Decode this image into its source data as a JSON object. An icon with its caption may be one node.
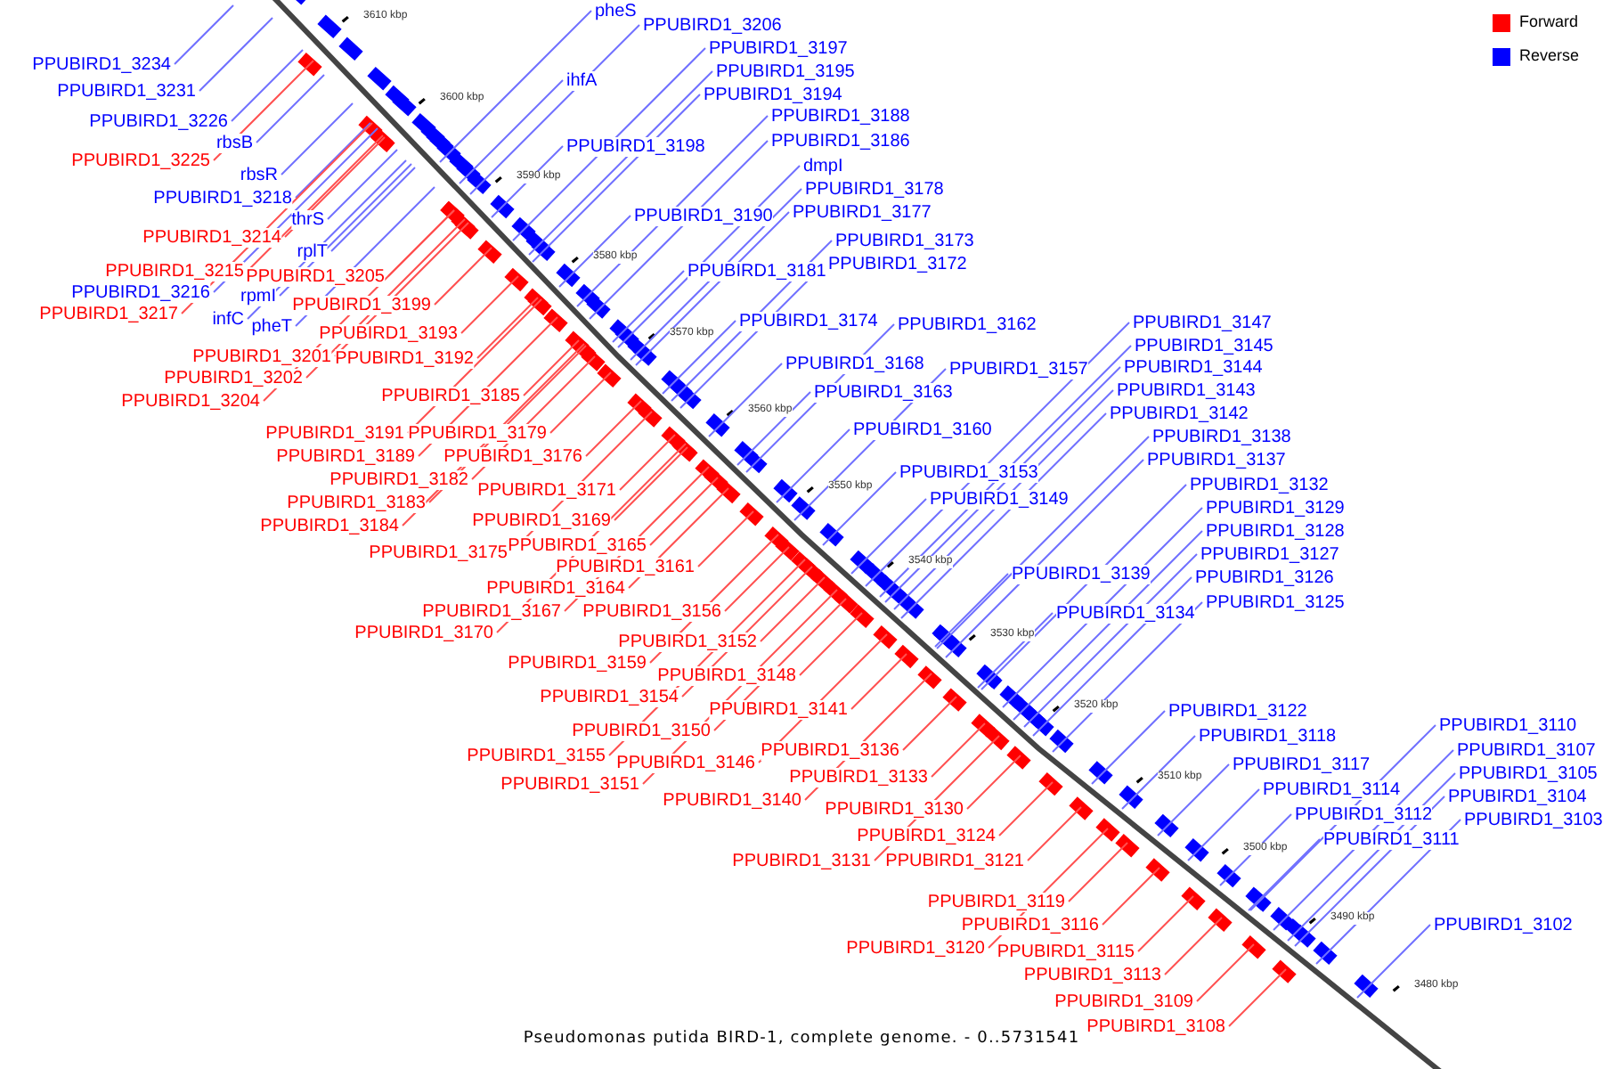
{
  "diagram": {
    "caption": "Pseudomonas putida BIRD-1, complete genome. - 0..5731541",
    "nodes": [
      {
        "text": [
          "pheS"
        ]
      },
      {
        "text": [
          "PPUBIRD1_3206"
        ]
      },
      {
        "text": [
          "PPUBIRD1_3197"
        ]
      },
      {
        "text": [
          "PPUBIRD1_3234"
        ]
      },
      {
        "text": [
          "PPUBIRD1_3195"
        ]
      },
      {
        "text": [
          "ihfA"
        ]
      },
      {
        "text": [
          "PPUBIRD1_3231"
        ]
      },
      {
        "text": [
          "PPUBIRD1_3194"
        ]
      },
      {
        "text": [
          "PPUBIRD1_3188"
        ]
      },
      {
        "text": [
          "PPUBIRD1_3226"
        ]
      },
      {
        "text": [
          "PPUBIRD1_3186"
        ]
      },
      {
        "text": [
          "rbsB"
        ]
      },
      {
        "text": [
          "PPUBIRD1_3198"
        ]
      },
      {
        "text": [
          "PPUBIRD1_3225"
        ]
      },
      {
        "text": [
          "dmpI"
        ]
      },
      {
        "text": [
          "rbsR"
        ]
      },
      {
        "text": [
          "PPUBIRD1_3178"
        ]
      },
      {
        "text": [
          "PPUBIRD1_3218"
        ]
      },
      {
        "text": [
          "PPUBIRD1_3177"
        ]
      },
      {
        "text": [
          "PPUBIRD1_3190"
        ]
      },
      {
        "text": [
          "thrS"
        ]
      },
      {
        "text": [
          "PPUBIRD1_3214"
        ]
      },
      {
        "text": [
          "PPUBIRD1_3173"
        ]
      },
      {
        "text": [
          "rplT"
        ]
      },
      {
        "text": [
          "PPUBIRD1_3172"
        ]
      },
      {
        "text": [
          "PPUBIRD1_3215"
        ]
      },
      {
        "text": [
          "PPUBIRD1_3181"
        ]
      },
      {
        "text": [
          "PPUBIRD1_3205"
        ]
      },
      {
        "text": [
          "PPUBIRD1_3216"
        ]
      },
      {
        "text": [
          "rpmI"
        ]
      },
      {
        "text": [
          "PPUBIRD1_3199"
        ]
      },
      {
        "text": [
          "PPUBIRD1_3217"
        ]
      },
      {
        "text": [
          "infC"
        ]
      },
      {
        "text": [
          "PPUBIRD1_3174"
        ]
      },
      {
        "text": [
          "PPUBIRD1_3147"
        ]
      },
      {
        "text": [
          "pheT"
        ]
      },
      {
        "text": [
          "PPUBIRD1_3162"
        ]
      },
      {
        "text": [
          "PPUBIRD1_3193"
        ]
      },
      {
        "text": [
          "PPUBIRD1_3145"
        ]
      },
      {
        "text": [
          "PPUBIRD1_3201"
        ]
      },
      {
        "text": [
          "PPUBIRD1_3192"
        ]
      },
      {
        "text": [
          "PPUBIRD1_3168"
        ]
      },
      {
        "text": [
          "PPUBIRD1_3144"
        ]
      },
      {
        "text": [
          "PPUBIRD1_3157"
        ]
      },
      {
        "text": [
          "PPUBIRD1_3202"
        ]
      },
      {
        "text": [
          "PPUBIRD1_3143"
        ]
      },
      {
        "text": [
          "PPUBIRD1_3163"
        ]
      },
      {
        "text": [
          "PPUBIRD1_3185"
        ]
      },
      {
        "text": [
          "PPUBIRD1_3204"
        ]
      },
      {
        "text": [
          "PPUBIRD1_3142"
        ]
      },
      {
        "text": [
          "PPUBIRD1_3160"
        ]
      },
      {
        "text": [
          "PPUBIRD1_3191"
        ]
      },
      {
        "text": [
          "PPUBIRD1_3179"
        ]
      },
      {
        "text": [
          "PPUBIRD1_3138"
        ]
      },
      {
        "text": [
          "PPUBIRD1_3189"
        ]
      },
      {
        "text": [
          "PPUBIRD1_3176"
        ]
      },
      {
        "text": [
          "PPUBIRD1_3137"
        ]
      },
      {
        "text": [
          "PPUBIRD1_3153"
        ]
      },
      {
        "text": [
          "PPUBIRD1_3182"
        ]
      },
      {
        "text": [
          "PPUBIRD1_3132"
        ]
      },
      {
        "text": [
          "PPUBIRD1_3171"
        ]
      },
      {
        "text": [
          "PPUBIRD1_3149"
        ]
      },
      {
        "text": [
          "PPUBIRD1_3183"
        ]
      },
      {
        "text": [
          "PPUBIRD1_3129"
        ]
      },
      {
        "text": [
          "PPUBIRD1_3169"
        ]
      },
      {
        "text": [
          "PPUBIRD1_3184"
        ]
      },
      {
        "text": [
          "PPUBIRD1_3128"
        ]
      },
      {
        "text": [
          "PPUBIRD1_3165"
        ]
      },
      {
        "text": [
          "PPUBIRD1_3175"
        ]
      },
      {
        "text": [
          "PPUBIRD1_3127"
        ]
      },
      {
        "text": [
          "PPUBIRD1_3161"
        ]
      },
      {
        "text": [
          "PPUBIRD1_3139"
        ]
      },
      {
        "text": [
          "PPUBIRD1_3126"
        ]
      },
      {
        "text": [
          "PPUBIRD1_3164"
        ]
      },
      {
        "text": [
          "PPUBIRD1_3125"
        ]
      },
      {
        "text": [
          "PPUBIRD1_3167"
        ]
      },
      {
        "text": [
          "PPUBIRD1_3156"
        ]
      },
      {
        "text": [
          "PPUBIRD1_3134"
        ]
      },
      {
        "text": [
          "PPUBIRD1_3170"
        ]
      },
      {
        "text": [
          "PPUBIRD1_3152"
        ]
      },
      {
        "text": [
          "PPUBIRD1_3159"
        ]
      },
      {
        "text": [
          "PPUBIRD1_3148"
        ]
      },
      {
        "text": [
          "PPUBIRD1_3154"
        ]
      },
      {
        "text": [
          "PPUBIRD1_3141"
        ]
      },
      {
        "text": [
          "PPUBIRD1_3122"
        ]
      },
      {
        "text": [
          "PPUBIRD1_3110"
        ]
      },
      {
        "text": [
          "PPUBIRD1_3150"
        ]
      },
      {
        "text": [
          "PPUBIRD1_3118"
        ]
      },
      {
        "text": [
          "PPUBIRD1_3136"
        ]
      },
      {
        "text": [
          "PPUBIRD1_3107"
        ]
      },
      {
        "text": [
          "PPUBIRD1_3155"
        ]
      },
      {
        "text": [
          "PPUBIRD1_3146"
        ]
      },
      {
        "text": [
          "PPUBIRD1_3117"
        ]
      },
      {
        "text": [
          "PPUBIRD1_3105"
        ]
      },
      {
        "text": [
          "PPUBIRD1_3133"
        ]
      },
      {
        "text": [
          "PPUBIRD1_3151"
        ]
      },
      {
        "text": [
          "PPUBIRD1_3114"
        ]
      },
      {
        "text": [
          "PPUBIRD1_3104"
        ]
      },
      {
        "text": [
          "PPUBIRD1_3140"
        ]
      },
      {
        "text": [
          "PPUBIRD1_3130"
        ]
      },
      {
        "text": [
          "PPUBIRD1_3112"
        ]
      },
      {
        "text": [
          "PPUBIRD1_3103"
        ]
      },
      {
        "text": [
          "PPUBIRD1_3124"
        ]
      },
      {
        "text": [
          "PPUBIRD1_3111"
        ]
      },
      {
        "text": [
          "PPUBIRD1_3131"
        ]
      },
      {
        "text": [
          "PPUBIRD1_3121"
        ]
      },
      {
        "text": [
          "PPUBIRD1_3119"
        ]
      },
      {
        "text": [
          "PPUBIRD1_3116"
        ]
      },
      {
        "text": [
          "PPUBIRD1_3102"
        ]
      },
      {
        "text": [
          "PPUBIRD1_3120"
        ]
      },
      {
        "text": [
          "PPUBIRD1_3115"
        ]
      },
      {
        "text": [
          "PPUBIRD1_3113"
        ]
      },
      {
        "text": [
          "PPUBIRD1_3109"
        ]
      },
      {
        "text": [
          "PPUBIRD1_3108"
        ]
      }
    ],
    "edges": [
      {
        "from": 0,
        "to": null,
        "arrow": "none",
        "color": "#7070ff"
      },
      {
        "from": 1,
        "to": null,
        "arrow": "none",
        "color": "#7070ff"
      },
      {
        "from": 2,
        "to": null,
        "arrow": "none",
        "color": "#7070ff"
      },
      {
        "from": 3,
        "to": null,
        "arrow": "none",
        "color": "#7070ff"
      },
      {
        "from": 4,
        "to": null,
        "arrow": "none",
        "color": "#7070ff"
      },
      {
        "from": 5,
        "to": null,
        "arrow": "none",
        "color": "#7070ff"
      },
      {
        "from": 6,
        "to": null,
        "arrow": "none",
        "color": "#7070ff"
      },
      {
        "from": 7,
        "to": null,
        "arrow": "none",
        "color": "#7070ff"
      },
      {
        "from": 8,
        "to": null,
        "arrow": "none",
        "color": "#7070ff"
      },
      {
        "from": 9,
        "to": null,
        "arrow": "none",
        "color": "#7070ff"
      },
      {
        "from": 10,
        "to": null,
        "arrow": "none",
        "color": "#7070ff"
      },
      {
        "from": 11,
        "to": null,
        "arrow": "none",
        "color": "#7070ff"
      },
      {
        "from": 12,
        "to": null,
        "arrow": "none",
        "color": "#7070ff"
      },
      {
        "from": 13,
        "to": null,
        "arrow": "none",
        "color": "#ff5050"
      },
      {
        "from": 14,
        "to": null,
        "arrow": "none",
        "color": "#7070ff"
      },
      {
        "from": 15,
        "to": null,
        "arrow": "none",
        "color": "#7070ff"
      },
      {
        "from": 16,
        "to": null,
        "arrow": "none",
        "color": "#7070ff"
      },
      {
        "from": 17,
        "to": null,
        "arrow": "none",
        "color": "#7070ff"
      },
      {
        "from": 18,
        "to": null,
        "arrow": "none",
        "color": "#7070ff"
      },
      {
        "from": 19,
        "to": null,
        "arrow": "none",
        "color": "#7070ff"
      },
      {
        "from": 20,
        "to": null,
        "arrow": "none",
        "color": "#7070ff"
      },
      {
        "from": 21,
        "to": null,
        "arrow": "none",
        "color": "#ff5050"
      },
      {
        "from": 22,
        "to": null,
        "arrow": "none",
        "color": "#7070ff"
      },
      {
        "from": 23,
        "to": null,
        "arrow": "none",
        "color": "#7070ff"
      },
      {
        "from": 24,
        "to": null,
        "arrow": "none",
        "color": "#7070ff"
      },
      {
        "from": 25,
        "to": null,
        "arrow": "none",
        "color": "#ff5050"
      },
      {
        "from": 26,
        "to": null,
        "arrow": "none",
        "color": "#7070ff"
      },
      {
        "from": 27,
        "to": null,
        "arrow": "none",
        "color": "#ff5050"
      },
      {
        "from": 28,
        "to": null,
        "arrow": "none",
        "color": "#7070ff"
      },
      {
        "from": 29,
        "to": null,
        "arrow": "none",
        "color": "#7070ff"
      },
      {
        "from": 30,
        "to": null,
        "arrow": "none",
        "color": "#ff5050"
      },
      {
        "from": 31,
        "to": null,
        "arrow": "none",
        "color": "#ff5050"
      },
      {
        "from": 32,
        "to": null,
        "arrow": "none",
        "color": "#7070ff"
      },
      {
        "from": 33,
        "to": null,
        "arrow": "none",
        "color": "#7070ff"
      },
      {
        "from": 34,
        "to": null,
        "arrow": "none",
        "color": "#7070ff"
      },
      {
        "from": 35,
        "to": null,
        "arrow": "none",
        "color": "#7070ff"
      },
      {
        "from": 36,
        "to": null,
        "arrow": "none",
        "color": "#7070ff"
      },
      {
        "from": 37,
        "to": null,
        "arrow": "none",
        "color": "#ff5050"
      },
      {
        "from": 38,
        "to": null,
        "arrow": "none",
        "color": "#7070ff"
      },
      {
        "from": 39,
        "to": null,
        "arrow": "none",
        "color": "#ff5050"
      },
      {
        "from": 40,
        "to": null,
        "arrow": "none",
        "color": "#ff5050"
      },
      {
        "from": 41,
        "to": null,
        "arrow": "none",
        "color": "#7070ff"
      },
      {
        "from": 42,
        "to": null,
        "arrow": "none",
        "color": "#7070ff"
      },
      {
        "from": 43,
        "to": null,
        "arrow": "none",
        "color": "#7070ff"
      },
      {
        "from": 44,
        "to": null,
        "arrow": "none",
        "color": "#ff5050"
      },
      {
        "from": 45,
        "to": null,
        "arrow": "none",
        "color": "#7070ff"
      },
      {
        "from": 46,
        "to": null,
        "arrow": "none",
        "color": "#7070ff"
      },
      {
        "from": 47,
        "to": null,
        "arrow": "none",
        "color": "#ff5050"
      },
      {
        "from": 48,
        "to": null,
        "arrow": "none",
        "color": "#ff5050"
      },
      {
        "from": 49,
        "to": null,
        "arrow": "none",
        "color": "#7070ff"
      },
      {
        "from": 50,
        "to": null,
        "arrow": "none",
        "color": "#7070ff"
      },
      {
        "from": 51,
        "to": null,
        "arrow": "none",
        "color": "#ff5050"
      },
      {
        "from": 52,
        "to": null,
        "arrow": "none",
        "color": "#ff5050"
      },
      {
        "from": 53,
        "to": null,
        "arrow": "none",
        "color": "#7070ff"
      },
      {
        "from": 54,
        "to": null,
        "arrow": "none",
        "color": "#ff5050"
      },
      {
        "from": 55,
        "to": null,
        "arrow": "none",
        "color": "#ff5050"
      },
      {
        "from": 56,
        "to": null,
        "arrow": "none",
        "color": "#7070ff"
      },
      {
        "from": 57,
        "to": null,
        "arrow": "none",
        "color": "#7070ff"
      },
      {
        "from": 58,
        "to": null,
        "arrow": "none",
        "color": "#ff5050"
      },
      {
        "from": 59,
        "to": null,
        "arrow": "none",
        "color": "#7070ff"
      },
      {
        "from": 60,
        "to": null,
        "arrow": "none",
        "color": "#ff5050"
      },
      {
        "from": 61,
        "to": null,
        "arrow": "none",
        "color": "#7070ff"
      },
      {
        "from": 62,
        "to": null,
        "arrow": "none",
        "color": "#ff5050"
      },
      {
        "from": 63,
        "to": null,
        "arrow": "none",
        "color": "#7070ff"
      },
      {
        "from": 64,
        "to": null,
        "arrow": "none",
        "color": "#ff5050"
      },
      {
        "from": 65,
        "to": null,
        "arrow": "none",
        "color": "#ff5050"
      },
      {
        "from": 66,
        "to": null,
        "arrow": "none",
        "color": "#7070ff"
      },
      {
        "from": 67,
        "to": null,
        "arrow": "none",
        "color": "#ff5050"
      },
      {
        "from": 68,
        "to": null,
        "arrow": "none",
        "color": "#ff5050"
      },
      {
        "from": 69,
        "to": null,
        "arrow": "none",
        "color": "#7070ff"
      },
      {
        "from": 70,
        "to": null,
        "arrow": "none",
        "color": "#ff5050"
      },
      {
        "from": 71,
        "to": null,
        "arrow": "none",
        "color": "#7070ff"
      },
      {
        "from": 72,
        "to": null,
        "arrow": "none",
        "color": "#7070ff"
      },
      {
        "from": 73,
        "to": null,
        "arrow": "none",
        "color": "#ff5050"
      },
      {
        "from": 74,
        "to": null,
        "arrow": "none",
        "color": "#7070ff"
      },
      {
        "from": 75,
        "to": null,
        "arrow": "none",
        "color": "#ff5050"
      },
      {
        "from": 76,
        "to": null,
        "arrow": "none",
        "color": "#ff5050"
      },
      {
        "from": 77,
        "to": null,
        "arrow": "none",
        "color": "#7070ff"
      },
      {
        "from": 78,
        "to": null,
        "arrow": "none",
        "color": "#ff5050"
      },
      {
        "from": 79,
        "to": null,
        "arrow": "none",
        "color": "#ff5050"
      },
      {
        "from": 80,
        "to": null,
        "arrow": "none",
        "color": "#ff5050"
      },
      {
        "from": 81,
        "to": null,
        "arrow": "none",
        "color": "#ff5050"
      },
      {
        "from": 82,
        "to": null,
        "arrow": "none",
        "color": "#ff5050"
      },
      {
        "from": 83,
        "to": null,
        "arrow": "none",
        "color": "#ff5050"
      },
      {
        "from": 84,
        "to": null,
        "arrow": "none",
        "color": "#7070ff"
      },
      {
        "from": 85,
        "to": null,
        "arrow": "none",
        "color": "#7070ff"
      },
      {
        "from": 86,
        "to": null,
        "arrow": "none",
        "color": "#ff5050"
      },
      {
        "from": 87,
        "to": null,
        "arrow": "none",
        "color": "#7070ff"
      },
      {
        "from": 88,
        "to": null,
        "arrow": "none",
        "color": "#ff5050"
      },
      {
        "from": 89,
        "to": null,
        "arrow": "none",
        "color": "#7070ff"
      },
      {
        "from": 90,
        "to": null,
        "arrow": "none",
        "color": "#ff5050"
      },
      {
        "from": 91,
        "to": null,
        "arrow": "none",
        "color": "#ff5050"
      },
      {
        "from": 92,
        "to": null,
        "arrow": "none",
        "color": "#7070ff"
      },
      {
        "from": 93,
        "to": null,
        "arrow": "none",
        "color": "#7070ff"
      },
      {
        "from": 94,
        "to": null,
        "arrow": "none",
        "color": "#ff5050"
      },
      {
        "from": 95,
        "to": null,
        "arrow": "none",
        "color": "#ff5050"
      },
      {
        "from": 96,
        "to": null,
        "arrow": "none",
        "color": "#7070ff"
      },
      {
        "from": 97,
        "to": null,
        "arrow": "none",
        "color": "#7070ff"
      },
      {
        "from": 98,
        "to": null,
        "arrow": "none",
        "color": "#ff5050"
      },
      {
        "from": 99,
        "to": null,
        "arrow": "none",
        "color": "#ff5050"
      },
      {
        "from": 100,
        "to": null,
        "arrow": "none",
        "color": "#7070ff"
      },
      {
        "from": 101,
        "to": null,
        "arrow": "none",
        "color": "#7070ff"
      },
      {
        "from": 102,
        "to": null,
        "arrow": "none",
        "color": "#ff5050"
      },
      {
        "from": 103,
        "to": null,
        "arrow": "none",
        "color": "#7070ff"
      },
      {
        "from": 104,
        "to": null,
        "arrow": "none",
        "color": "#ff5050"
      },
      {
        "from": 105,
        "to": null,
        "arrow": "none",
        "color": "#ff5050"
      },
      {
        "from": 106,
        "to": null,
        "arrow": "none",
        "color": "#ff5050"
      },
      {
        "from": 107,
        "to": null,
        "arrow": "none",
        "color": "#ff5050"
      },
      {
        "from": 108,
        "to": null,
        "arrow": "none",
        "color": "#7070ff"
      },
      {
        "from": 109,
        "to": null,
        "arrow": "none",
        "color": "#ff5050"
      },
      {
        "from": 110,
        "to": null,
        "arrow": "none",
        "color": "#ff5050"
      },
      {
        "from": 111,
        "to": null,
        "arrow": "none",
        "color": "#ff5050"
      },
      {
        "from": 112,
        "to": null,
        "arrow": "none",
        "color": "#ff5050"
      },
      {
        "from": 113,
        "to": null,
        "arrow": "none",
        "color": "#ff5050"
      }
    ],
    "labels": [
      "3610 kbp",
      "3600 kbp",
      "3590 kbp",
      "3580 kbp",
      "3570 kbp",
      "3560 kbp",
      "3550 kbp",
      "3540 kbp",
      "3530 kbp",
      "3520 kbp",
      "3510 kbp",
      "3500 kbp",
      "3490 kbp",
      "3480 kbp"
    ],
    "legend": [
      {
        "text": "Forward",
        "color": "#ff0000"
      },
      {
        "text": "Reverse",
        "color": "#0000ff"
      }
    ]
  }
}
